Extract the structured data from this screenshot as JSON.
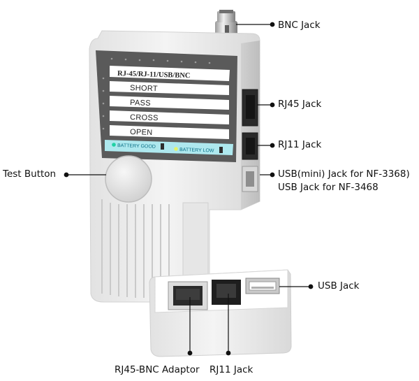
{
  "device": {
    "panel_title": "RJ-45/RJ-11/USB/BNC",
    "modes": [
      "SHORT",
      "PASS",
      "CROSS",
      "OPEN"
    ],
    "battery_good": "BATTERY GOOD",
    "battery_low": "BATTERY LOW"
  },
  "callouts": {
    "bnc_jack": "BNC Jack",
    "rj45_jack": "RJ45 Jack",
    "rj11_jack": "RJ11 Jack",
    "usb_mini_line1": "USB(mini) Jack for NF-3368)",
    "usb_mini_line2": "USB Jack for NF-3468",
    "test_button": "Test Button",
    "usb_jack": "USB Jack",
    "rj45_bnc_adaptor": "RJ45-BNC Adaptor",
    "rj11_jack_adaptor": "RJ11 Jack"
  },
  "colors": {
    "body": "#eeeeee",
    "panel": "#5a5a5a",
    "battery_strip": "#aee8ee",
    "battery_led": "#1fd1a4"
  }
}
